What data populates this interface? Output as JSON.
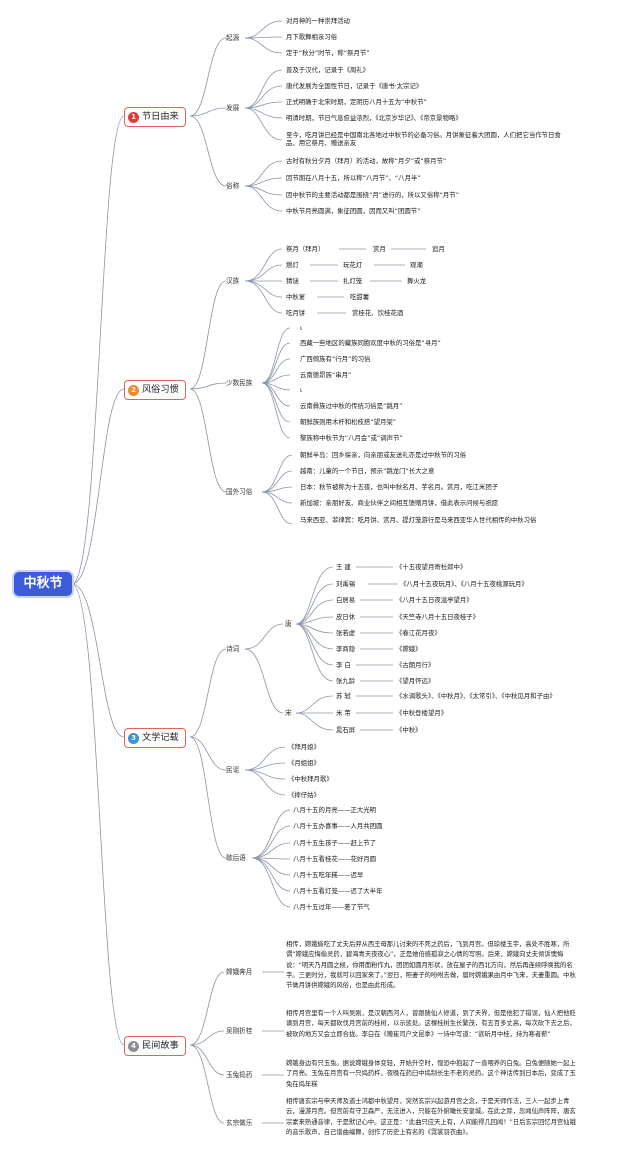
{
  "root": "中秋节",
  "colors": {
    "root": "#3b5bd8",
    "line": "#8a94a8",
    "s1": "#e0645b",
    "s1badge": "#e33b3b",
    "s2badge": "#f08a24",
    "s3badge": "#3d8fd6",
    "s4badge": "#8f8f8f"
  },
  "s1": {
    "num": "1",
    "title": "节日由来",
    "qy": {
      "label": "起源",
      "items": [
        "对月神的一种崇拜活动",
        "月下歌舞相亲习俗",
        "定于“秋分”时节，称“祭月节”"
      ]
    },
    "fz": {
      "label": "发展",
      "items": [
        "普及于汉代，记录于《周礼》",
        "唐代发展为全国性节日，记录于《唐书·太宗记》",
        "正式明确于北宋时期，定阴历八月十五为“中秋节”",
        "明清时期，节日气息愈益浓烈，《北京岁华记》、《帝京景物略》",
        "至今，吃月饼已经是中国南北各地过中秋节的必备习俗。月饼象征着大团圆，人们把它当作节日食品，用它祭月、赠送亲友"
      ]
    },
    "ss": {
      "label": "俗称",
      "items": [
        "古时有秋分夕月（拜月）的活动，故称“月夕”或“祭月节”",
        "因节期在八月十五，所以称“八月节”、“八月半”",
        "因中秋节的主要活动都是围绕“月”进行的，所以又俗称“月节”",
        "中秋节月亮圆满，象征团圆，因而又叫“团圆节”"
      ]
    }
  },
  "s2": {
    "num": "2",
    "title": "风俗习惯",
    "hz": {
      "label": "汉族",
      "rows": [
        [
          "祭月（拜月）",
          "赏月",
          "追月"
        ],
        [
          "燃灯",
          "玩花灯",
          "观潮"
        ],
        [
          "猜谜",
          "扎灯笼",
          "舞火龙"
        ],
        [
          "中秋宴",
          "吃甜薯"
        ],
        [
          "吃月饼",
          "赏桂花、饮桂花酒"
        ]
      ]
    },
    "ss": {
      "label": "少数民族",
      "items": [
        "ι",
        "西藏一些地区的藏族同胞欢度中秋的习俗是“寻月”",
        "广西侗族有“行月”的习俗",
        "云南德昂族“串月”",
        "ι",
        "云南彝族过中秋的传统习俗是“跳月”",
        "朝鲜族则用木杆和松枝搭“望月架”",
        "黎族称中秋节为“八月会”或“调声节”"
      ]
    },
    "gw": {
      "label": "国外习俗",
      "items": [
        "朝鲜半岛：回乡探亲，向亲朋或友送礼亦是过中秋节的习俗",
        "越南：儿童的一个节日，预示“跳龙门”长大之意",
        "日本：秋节被称为十五夜，也叫中秋名月、芋名月。赏月，吃江米团子",
        "新加坡：亲朋好友、商业伙伴之间相互馈赠月饼，借此表示问候与祝愿",
        "马来西亚、菲律宾：吃月饼、赏月、提灯笼游行是马来西亚华人世代相传的中秋习俗"
      ]
    }
  },
  "s3": {
    "num": "3",
    "title": "文学记载",
    "sc": {
      "label": "诗词",
      "tang": {
        "label": "唐",
        "poets": [
          "王 建",
          "刘禹锡",
          "白居易",
          "皮日休",
          "张若虚",
          "李商隐",
          "李 白",
          "张九龄"
        ],
        "works": [
          "《十五夜望月寄杜郎中》",
          "《八月十五夜玩月》、《八月十五夜桃源玩月》",
          "《八月十五日夜湓亭望月》",
          "《天竺寺八月十五日夜桂子》",
          "《春江花月夜》",
          "《嫦娥》",
          "《古朗月行》",
          "《望月怀远》"
        ]
      },
      "song": {
        "label": "宋",
        "poets": [
          "苏 轼",
          "米 芾",
          "晁石屏"
        ],
        "works": [
          "《水调歌头》、《中秋月》、《太常引》、《中秋见月和子由》",
          "《中秋登楼望月》",
          "《中秋》"
        ]
      }
    },
    "my": {
      "label": "民谣",
      "items": [
        "《拜月娘》",
        "《月姐姐》",
        "《中秋拜月歌》",
        "《摔仔姑》"
      ]
    },
    "xhy": {
      "label": "歇后语",
      "items": [
        "八月十五的月亮——正大光明",
        "八月十五办喜事——人月共团圆",
        "八月十五生孩子——赶上节了",
        "八月十五看桂花——花好月圆",
        "八月十五吃年糕——迟早",
        "八月十五看灯笼——迟了大半年",
        "八月十五过年——差了节气"
      ]
    }
  },
  "s4": {
    "num": "4",
    "title": "民间故事",
    "stories": [
      {
        "label": "嫦娥奔月",
        "text": "相传，嫦娥偷吃了丈夫后羿从西王母那儿讨来的不死之药后，飞到月宫。但琼楼玉宇，高处不胜寒，所谓“嫦娥应悔偷灵药，碧海青天夜夜心”，正是她倍感孤寂之心情的写照。后来，嫦娥向丈夫倾诉懊悔说：“明天乃月圆之候，你用面粉作丸，团团如圆月形状，放在屋子的西北方向，然后再连续呼唤我的名字。三更时分，我就可以回家来了。”翌日，照妻子的吩咐去做，届时嫦娥果由月中飞来，夫妻重圆。中秋节做月饼供嫦娥的风俗，也是由此形成。"
      },
      {
        "label": "吴刚折桂",
        "text": "相传月宫里有一个人叫吴刚，是汉朝西河人，曾跟随仙人修道，到了天界，但是他犯了错误，仙人把他贬谪到月宫，每天都砍伐月宫前的桂树，以示惩处。这棵桂树生长繁茂，有五百多丈高，每次砍下去之后，被砍的地方又会立即合拢。李白在《赠崔司户文昆季》一诗中写道：“欲斫月中桂，持为寒者薪”"
      },
      {
        "label": "玉兔捣药",
        "text": "嫦娥身边有只玉兔。据说嫦娥身体变轻，开始升空时，惶恐中抱起了一直喂养的白兔。白兔便随她一起上了月亮。玉兔在月宫有一只捣药杵，夜晚在药臼中捣制长生不老的灵药。这个神话传到日本后，变成了玉兔在捣年糕"
      },
      {
        "label": "玄宗做乐",
        "text": "相传唐玄宗与申天师及道士鸿都中秋望月，突然玄宗兴起游月宫之念，于是天师作法，三人一起步上青云，漫游月宫。但宫前有守卫森严，无法进入，只能在外俯瞰长安皇城。在此之际，忽闻仙声阵阵，唐玄宗素来熟通音律，于是默记心中。这正是：“此曲只应天上有，人间能得几回闻！”日后玄宗回忆月宫仙娥的音乐歌声，自己谱曲编舞，创作了历史上有名的《霓裳羽衣曲》。"
      }
    ]
  }
}
